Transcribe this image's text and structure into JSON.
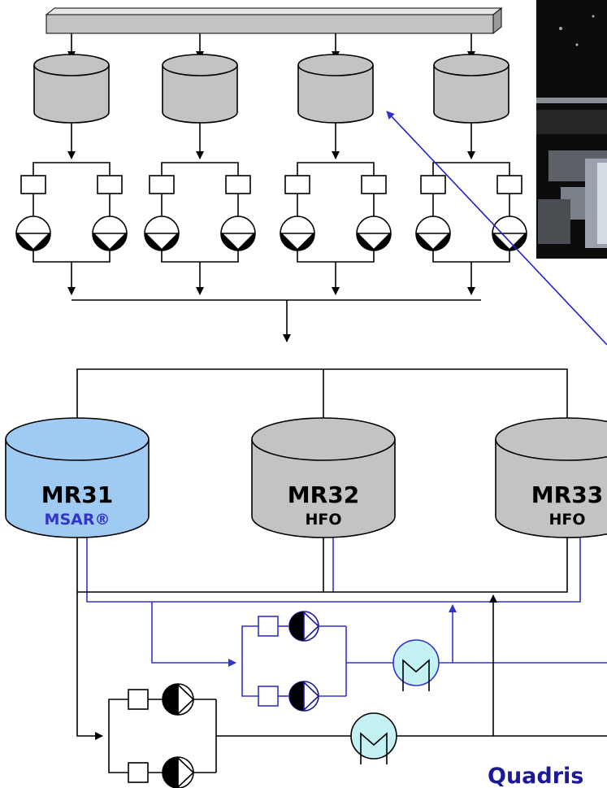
{
  "tanks": [
    {
      "name": "MR31",
      "fuel": "MSAR®",
      "fill": "#9fcbf3",
      "fuel_color": "#3333cc"
    },
    {
      "name": "MR32",
      "fuel": "HFO",
      "fill": "#c3c3c3",
      "fuel_color": "#000000"
    },
    {
      "name": "MR33",
      "fuel": "HFO",
      "fill": "#c3c3c3",
      "fuel_color": "#000000"
    }
  ],
  "caption": "Quadris",
  "colors": {
    "black_line": "#000000",
    "blue_line": "#3333cc",
    "grey_fill": "#c3c3c3",
    "heater_fill": "#c4f1f3",
    "caption": "#1a1a99"
  }
}
